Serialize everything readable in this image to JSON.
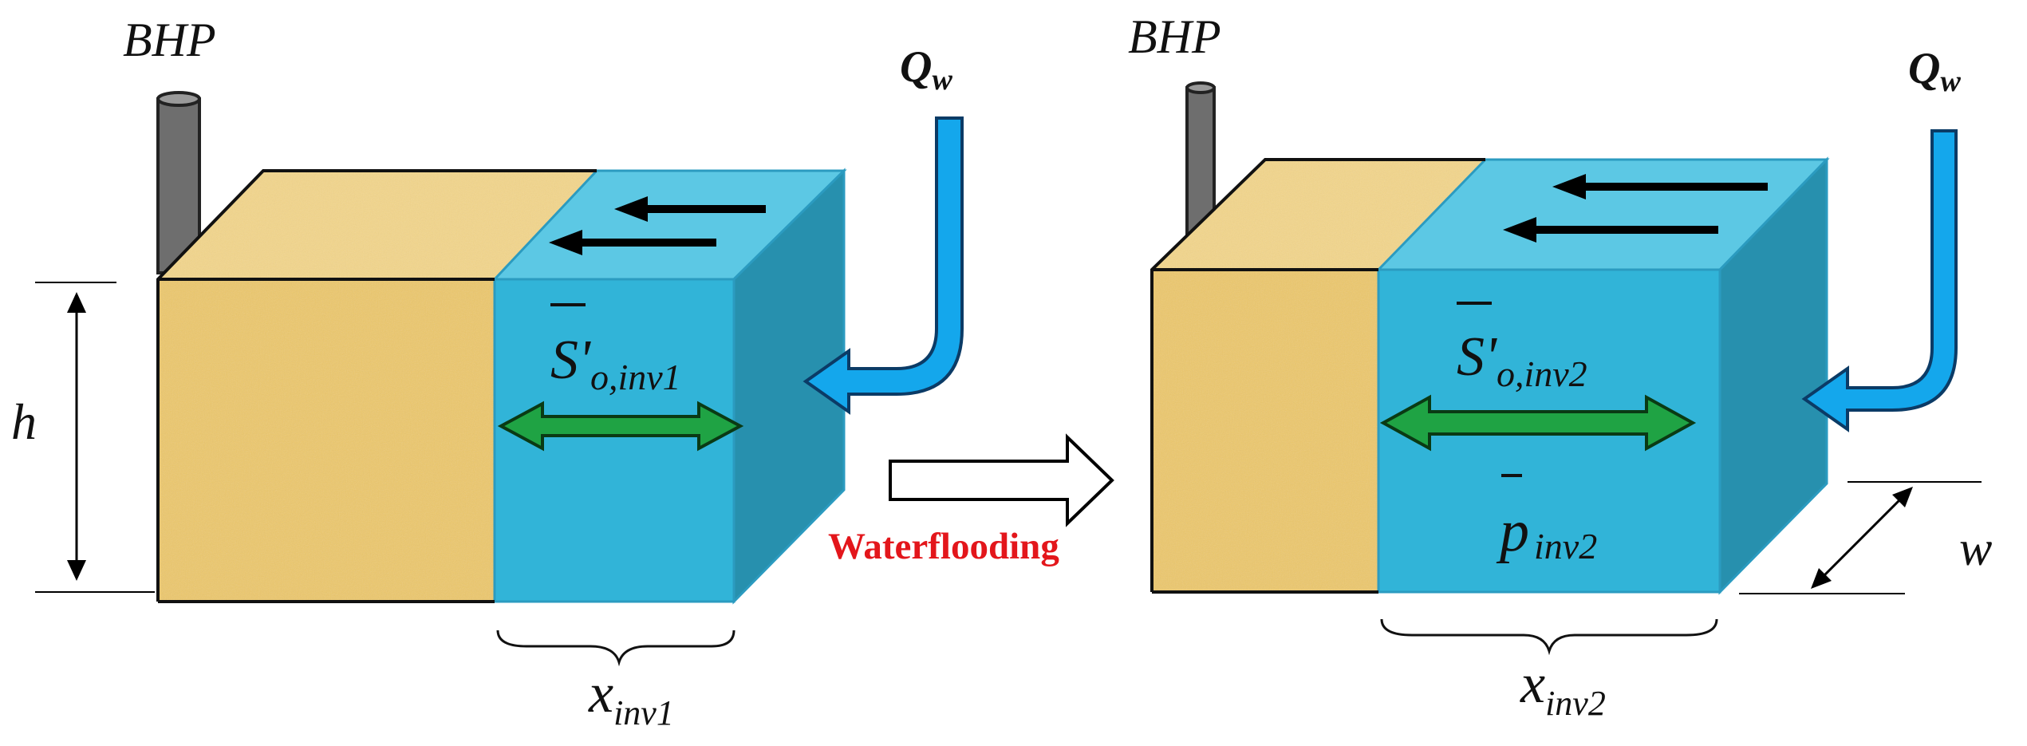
{
  "colors": {
    "sand": "#ECC86A",
    "sand_top": "#F3D68A",
    "water_front": "#31B4D8",
    "water_top": "#5CC8E4",
    "water_side": "#2790AE",
    "well": "#6E6E6E",
    "inflow": "#14A7EC",
    "double_arrow": "#1FA344",
    "annotation_red": "#E3161B"
  },
  "left_block": {
    "well_label": "BHP",
    "injection_label_main": "Q",
    "injection_label_sub": "w",
    "saturation_main": "S'",
    "saturation_sub": "o,inv1",
    "front_main": "x",
    "front_sub": "inv1",
    "height_label": "h"
  },
  "transition": {
    "label": "Waterflooding"
  },
  "right_block": {
    "well_label": "BHP",
    "injection_label_main": "Q",
    "injection_label_sub": "w",
    "saturation_main": "S'",
    "saturation_sub": "o,inv2",
    "pressure_main": "p",
    "pressure_sub": "inv2",
    "front_main": "x",
    "front_sub": "inv2",
    "width_label": "w"
  }
}
